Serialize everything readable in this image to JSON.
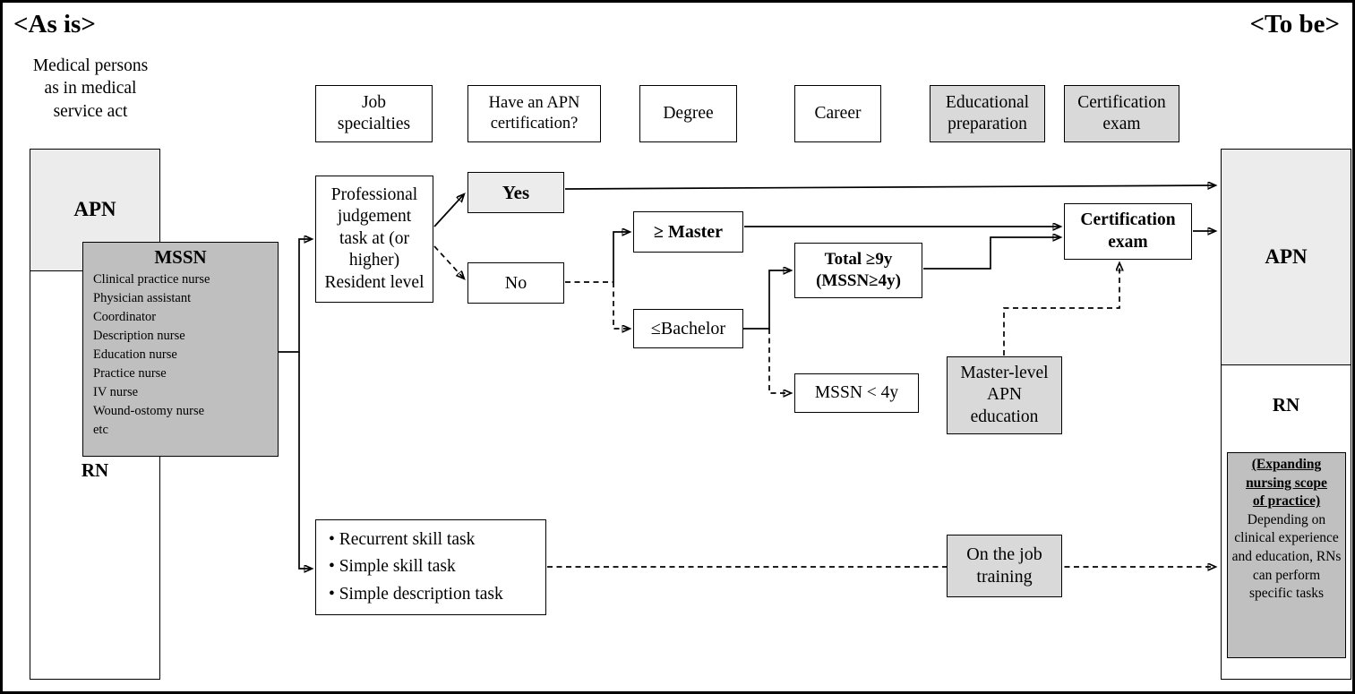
{
  "header": {
    "as_is": "<As is>",
    "to_be": "<To be>"
  },
  "left": {
    "caption": "Medical persons\nas in medical\nservice act",
    "apn": "APN",
    "rn": "RN",
    "mssn": {
      "title": "MSSN",
      "items": [
        "Clinical practice nurse",
        "Physician assistant",
        "Coordinator",
        "Description nurse",
        "Education nurse",
        "Practice nurse",
        "IV nurse",
        "Wound-ostomy nurse",
        "etc"
      ]
    }
  },
  "columns": {
    "job_specialties": "Job\nspecialties",
    "apn_certification": "Have an APN\ncertification?",
    "degree": "Degree",
    "career": "Career",
    "educational_preparation": "Educational\npreparation",
    "certification_exam": "Certification\nexam"
  },
  "flow": {
    "professional_task": "Professional\njudgement\ntask at (or\nhigher)\nResident level",
    "yes": "Yes",
    "no": "No",
    "master": "≥ Master",
    "bachelor": "≤Bachelor",
    "total_9y": "Total ≥9y\n(MSSN≥4y)",
    "mssn_4y": "MSSN < 4y",
    "master_level_education": "Master-level\nAPN\neducation",
    "certification_exam": "Certification\nexam",
    "tasks": [
      "• Recurrent skill task",
      "• Simple skill task",
      "• Simple description task"
    ],
    "on_the_job": "On the job\ntraining"
  },
  "right": {
    "apn": "APN",
    "rn": "RN",
    "expanding": {
      "heading": "(Expanding\nnursing scope\nof practice)",
      "body": "Depending on clinical experience and education, RNs can perform specific tasks"
    }
  },
  "palette": {
    "light_gray": "#ececec",
    "mid_gray": "#d9d9d9",
    "dark_gray": "#bfbfbf",
    "line": "#000000"
  }
}
